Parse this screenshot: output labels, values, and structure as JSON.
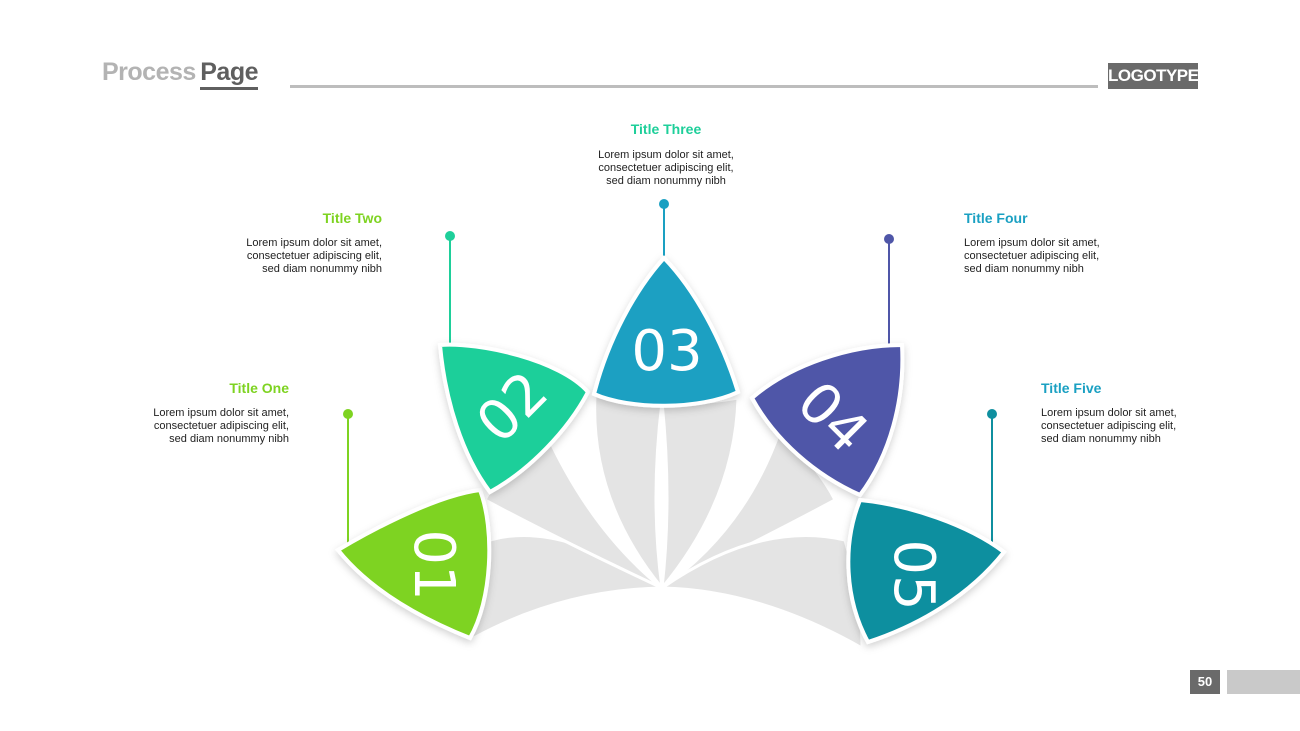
{
  "header": {
    "title_part1": "Process",
    "title_part2": "Page",
    "logo": "LOGOTYPE"
  },
  "page_number": "50",
  "steps": [
    {
      "number": "01",
      "title": "Title One",
      "color": "#7ed321",
      "lines": [
        "Lorem ipsum dolor sit amet,",
        "consectetuer adipiscing elit,",
        "sed diam nonummy nibh"
      ]
    },
    {
      "number": "02",
      "title": "Title Two",
      "color": "#1ecf9a",
      "lines": [
        "Lorem ipsum dolor sit amet,",
        "consectetuer adipiscing elit,",
        "sed diam nonummy nibh"
      ]
    },
    {
      "number": "03",
      "title": "Title Three",
      "color": "#1aa0c2",
      "lines": [
        "Lorem ipsum dolor sit amet,",
        "consectetuer adipiscing elit,",
        "sed diam nonummy nibh"
      ]
    },
    {
      "number": "04",
      "title": "Title Four",
      "color": "#4f56a8",
      "lines": [
        "Lorem ipsum dolor sit amet,",
        "consectetuer adipiscing elit,",
        "sed diam nonummy nibh"
      ]
    },
    {
      "number": "05",
      "title": "Title Five",
      "color": "#0f8f9f",
      "lines": [
        "Lorem ipsum dolor sit amet,",
        "consectetuer adipiscing elit,",
        "sed diam nonummy nibh"
      ]
    }
  ],
  "title_colors": [
    "#7ed321",
    "#7ed321",
    "#1ecf9a",
    "#1aa0c2",
    "#1aa0c2"
  ]
}
